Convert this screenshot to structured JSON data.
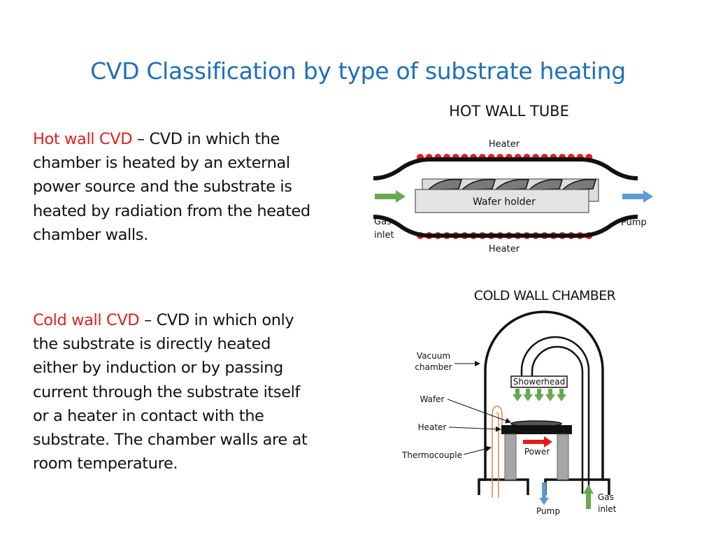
{
  "title": "CVD Classification by type of substrate heating",
  "hot_wall": {
    "term": "Hot wall CVD",
    "description": " – CVD in which the chamber is heated by an external power source and the substrate is heated by radiation from the heated chamber walls."
  },
  "cold_wall": {
    "term": "Cold wall CVD",
    "description": " – CVD in which only the substrate is directly heated either by induction or by passing current through the substrate itself or a heater in contact with the substrate. The chamber walls are at room temperature."
  },
  "hot_wall_diagram": {
    "title": "HOT WALL TUBE",
    "heater_top": "Heater",
    "heater_bottom": "Heater",
    "wafer_holder": "Wafer holder",
    "gas_inlet_1": "Gas",
    "gas_inlet_2": "inlet",
    "pump": "Pump",
    "colors": {
      "heater_dots": "#e81b1b",
      "gas_arrow": "#6aa84f",
      "pump_arrow": "#5b9bd5"
    }
  },
  "cold_wall_diagram": {
    "title": "COLD WALL CHAMBER",
    "vacuum_chamber_1": "Vacuum",
    "vacuum_chamber_2": "chamber",
    "showerhead": "Showerhead",
    "wafer": "Wafer",
    "heater": "Heater",
    "thermocouple": "Thermocouple",
    "power": "Power",
    "pump": "Pump",
    "gas_inlet_1": "Gas",
    "gas_inlet_2": "inlet",
    "colors": {
      "power_arrow": "#e81b1b",
      "gas_arrow": "#6aa84f",
      "pump_arrow": "#5b9bd5",
      "thermocouple_wire": "#d9874a"
    }
  }
}
